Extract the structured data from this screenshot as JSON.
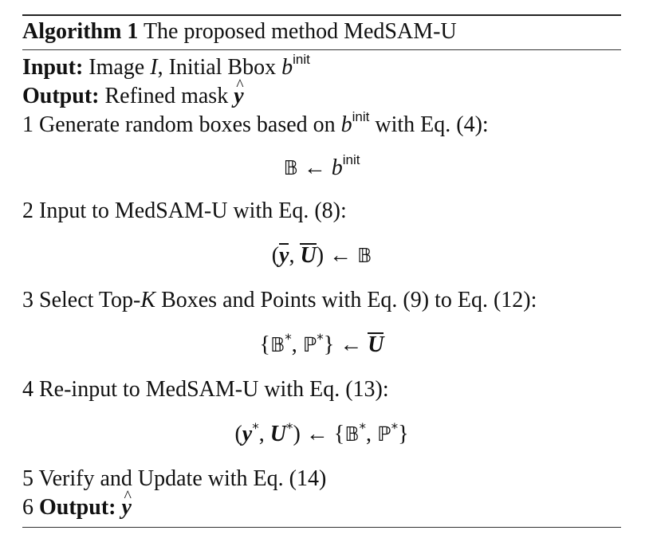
{
  "algorithm": {
    "label": "Algorithm 1",
    "title": "The proposed method MedSAM-U",
    "input": {
      "label": "Input:",
      "text_1": "Image",
      "var_image": "I",
      "text_2": ", Initial Bbox",
      "var_box": "b",
      "sup": "init"
    },
    "output": {
      "label": "Output:",
      "text": "Refined mask",
      "var": "y"
    },
    "steps": [
      {
        "num": "1",
        "text_a": "Generate random boxes based on",
        "var": "b",
        "sup": "init",
        "text_b": "with Eq. (4):",
        "eq": {
          "lhs": "𝔹",
          "arrow": "←",
          "rhs_var": "b",
          "rhs_sup": "init"
        }
      },
      {
        "num": "2",
        "text": "Input to MedSAM-U with Eq. (8):",
        "eq": {
          "open": "(",
          "y": "y",
          "comma": ",",
          "u": "U",
          "close": ")",
          "arrow": "←",
          "rhs": "𝔹"
        }
      },
      {
        "num": "3",
        "text_a": "Select Top-",
        "var": "K",
        "text_b": "Boxes and Points with Eq. (9) to Eq. (12):",
        "eq": {
          "open": "{",
          "b": "𝔹",
          "star": "*",
          "comma": ",",
          "p": "ℙ",
          "close": "}",
          "arrow": "←",
          "rhs": "U"
        }
      },
      {
        "num": "4",
        "text": "Re-input to MedSAM-U with Eq. (13):",
        "eq": {
          "open": "(",
          "y": "y",
          "star": "*",
          "comma": ",",
          "u": "U",
          "close": ")",
          "arrow": "←",
          "ropen": "{",
          "b": "𝔹",
          "p": "ℙ",
          "rclose": "}"
        }
      },
      {
        "num": "5",
        "text": "Verify and Update with Eq. (14)"
      },
      {
        "num": "6",
        "label": "Output:",
        "var": "y"
      }
    ]
  }
}
